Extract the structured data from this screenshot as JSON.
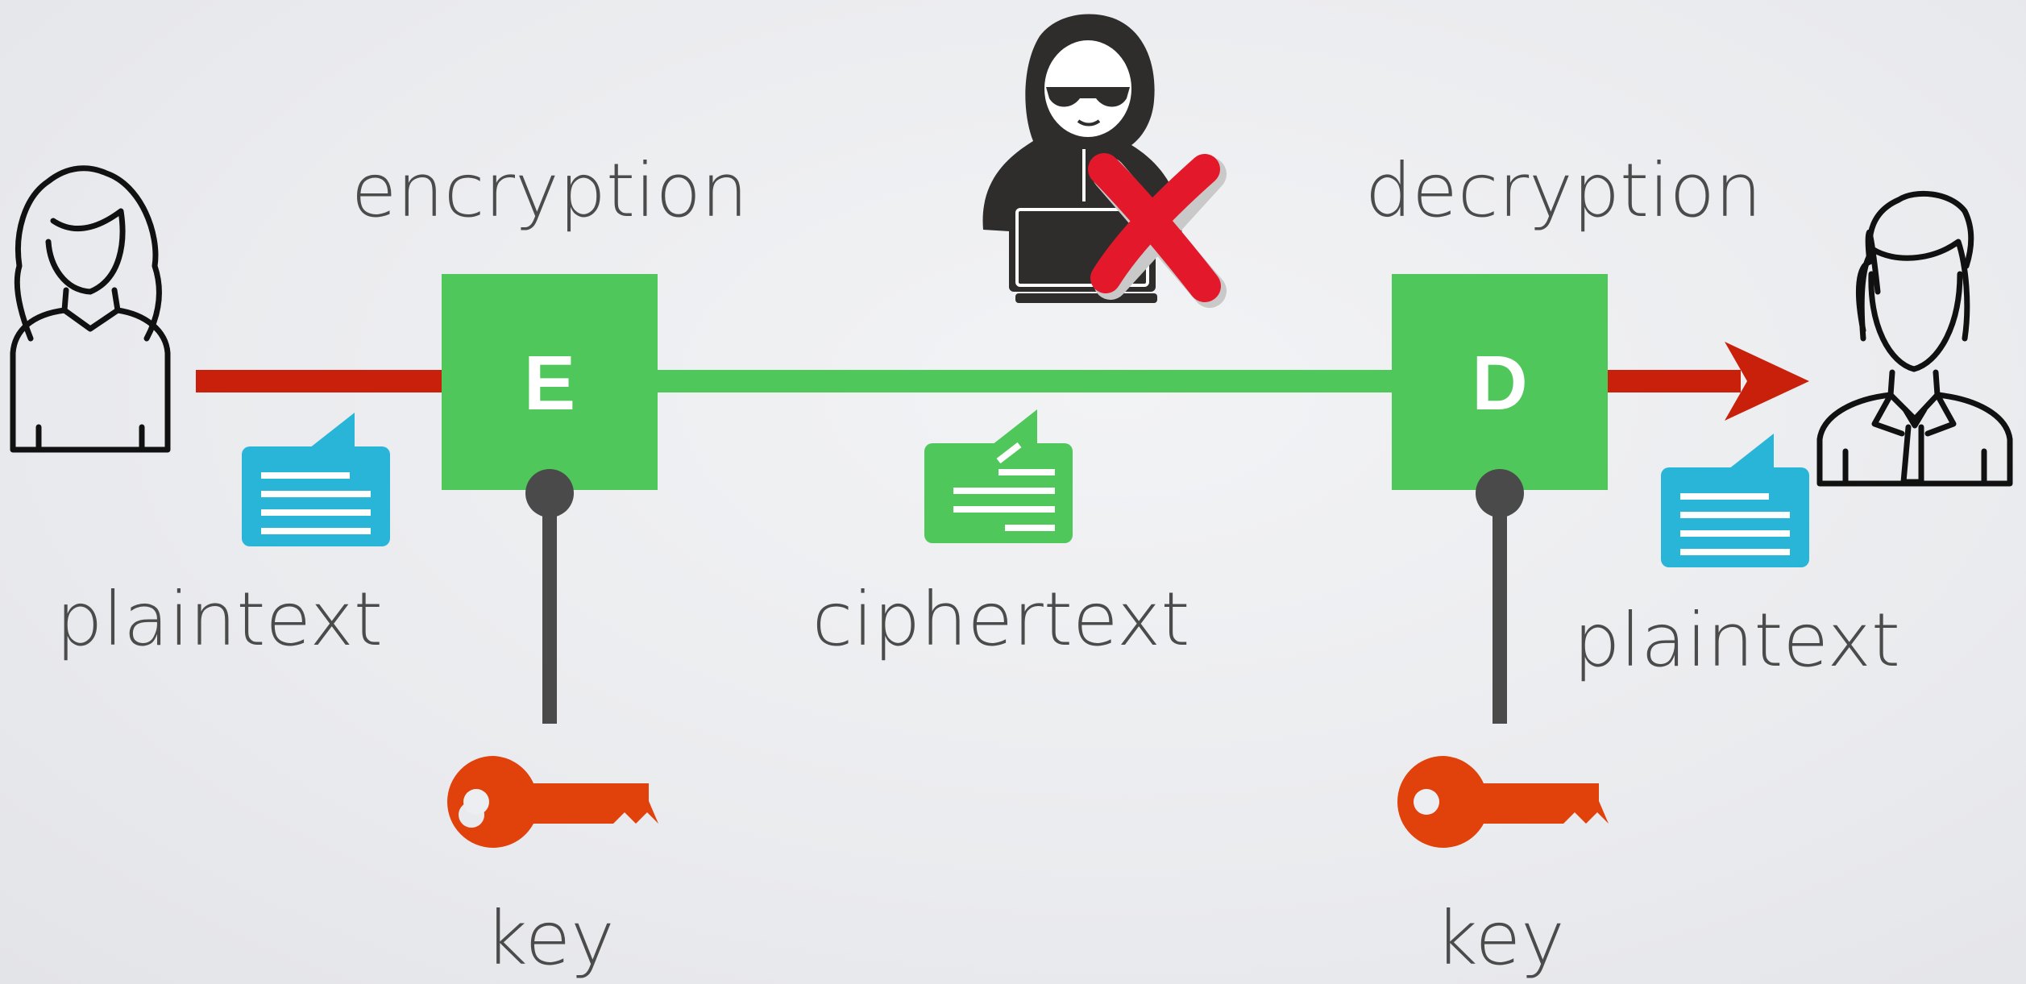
{
  "labels": {
    "encryption": "encryption",
    "decryption": "decryption",
    "plaintext_left": "plaintext",
    "plaintext_right": "plaintext",
    "ciphertext": "ciphertext",
    "key_left": "key",
    "key_right": "key"
  },
  "boxes": {
    "encrypt_letter": "E",
    "decrypt_letter": "D"
  },
  "colors": {
    "plaintext_line": "#c8200b",
    "ciphertext_line": "#4fc75a",
    "box": "#4fc75a",
    "message_plain": "#29b5d8",
    "message_cipher": "#4fc75a",
    "key": "#e1420c",
    "key_stem": "#4a4a4a",
    "block_mark": "#e3192b",
    "text": "#4b4b4b"
  },
  "icons": {
    "sender": "woman-user-icon",
    "receiver": "man-user-icon",
    "attacker": "hooded-hacker-icon",
    "blocked": "red-x-icon",
    "message": "chat-bubble-icon",
    "key": "key-icon"
  }
}
